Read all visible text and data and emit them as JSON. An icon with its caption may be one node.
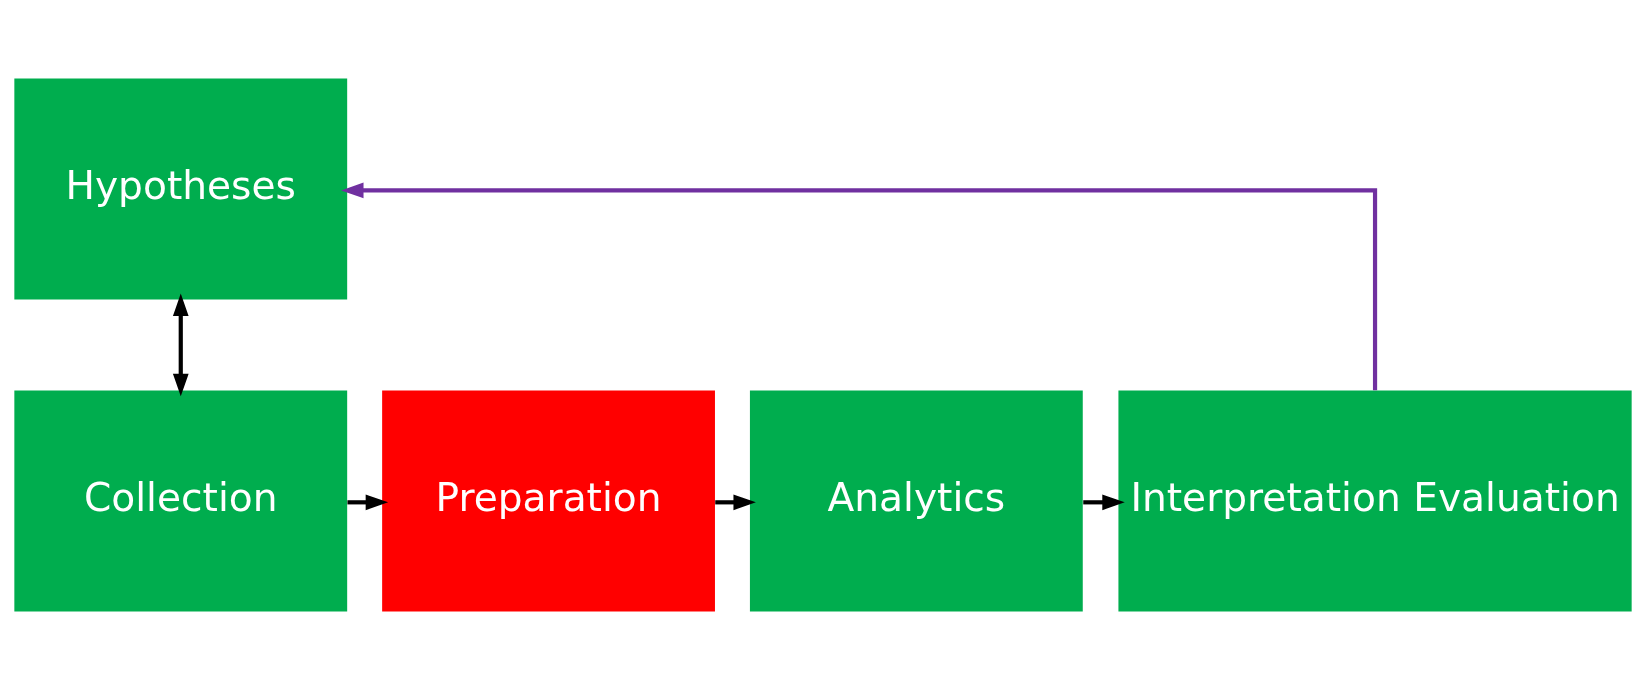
{
  "diagram": {
    "nodes": [
      {
        "text": [
          "Hypotheses"
        ]
      },
      {
        "text": [
          "Collection"
        ]
      },
      {
        "text": [
          "Preparation"
        ]
      },
      {
        "text": [
          "Analytics"
        ]
      },
      {
        "text": [
          "Interpretation Evaluation"
        ]
      }
    ],
    "edges": [
      {
        "from": 0,
        "to": 1,
        "arrow": "both"
      },
      {
        "from": 1,
        "to": 2,
        "arrow": "to"
      },
      {
        "from": 2,
        "to": 3,
        "arrow": "to"
      },
      {
        "from": 3,
        "to": 4,
        "arrow": "to"
      },
      {
        "from": 4,
        "to": 0,
        "arrow": "to",
        "color": "#7030a0"
      }
    ]
  }
}
